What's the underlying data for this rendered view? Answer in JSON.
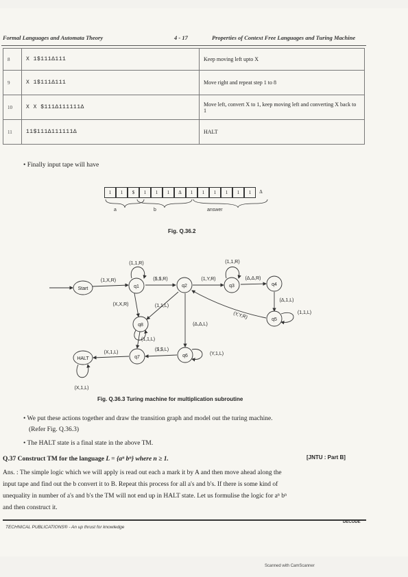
{
  "header": {
    "left": "Formal Languages and Automata Theory",
    "center": "4 - 17",
    "right": "Properties of Context Free Languages and Turing Machine"
  },
  "table": {
    "rows": [
      {
        "num": "8",
        "tape": "X 1$111Δ111",
        "action": "Keep moving left upto X"
      },
      {
        "num": "9",
        "tape": "X 1$111Δ111",
        "action": "Move right and repeat step 1 to 8"
      },
      {
        "num": "10",
        "tape": "X X $111Δ111111Δ",
        "action": "Move left, convert X to 1, keep moving left and converting X back to 1"
      },
      {
        "num": "11",
        "tape": "11$111Δ111111Δ",
        "action": "HALT"
      }
    ]
  },
  "bullet_final": "• Finally input tape will have",
  "tape": {
    "cells": [
      "1",
      "1",
      "$",
      "1",
      "1",
      "1",
      "Δ",
      "1",
      "1",
      "1",
      "1",
      "1",
      "1"
    ],
    "trailing": "Δ",
    "label_a": "a",
    "label_b": "b",
    "label_answer": "answer"
  },
  "fig1_caption": "Fig. Q.36.2",
  "diagram": {
    "states": {
      "start": "Start",
      "q1": "q1",
      "q2": "q2",
      "q3": "q3",
      "q4": "q4",
      "q5": "q5",
      "q6": "q6",
      "q7": "q7",
      "q8": "q8",
      "halt": "HALT"
    },
    "labels": {
      "start_q1": "(1,X,R)",
      "q1_loop": "(1,1,R)",
      "q1_q2": "($,$,R)",
      "q2_q3": "(1,Y,R)",
      "q3_loop": "(1,1,R)",
      "q3_q4": "(Δ,Δ,R)",
      "q4_q5": "(Δ,1,L)",
      "q5_loop": "(1,1,L)",
      "q5_q2": "(Y,Y,R)",
      "q1_q8": "(X,X,R)",
      "q2_q8": "(1,1,L)",
      "q2_q6": "(Δ,Δ,L)",
      "q8_loop": "(1,1,L)",
      "q6_q7": "($,$,L)",
      "q6_loop": "(Y,1,L)",
      "q7_halt": "(X,1,L)",
      "halt_loop": "(X,1,L)"
    }
  },
  "fig2_caption": "Fig. Q.36.3 Turing machine for multiplication subroutine",
  "bullets": [
    "• We put these actions together and draw the transition graph and model out the turing machine.",
    "(Refer Fig. Q.36.3)",
    "• The HALT state is a final state in the above TM."
  ],
  "question": {
    "num": "Q.37",
    "text": "Construct TM for the language",
    "lang": "L = {aⁿ bⁿ} where n ≥ 1.",
    "ref": "[JNTU : Part B]"
  },
  "answer_lines": [
    "Ans. : The simple logic which we will apply is read out each a mark it by A and then move ahead along the",
    "input tape and find out the b convert it to B. Repeat this process for all a's and b's. If there is some kind of",
    "unequality in number of a's and b's the TM will not end up in HALT state. Let us formulise the logic for aⁿ bⁿ",
    "and then construct it."
  ],
  "footer": "TECHNICAL PUBLICATIONS® - An up thrust for knowledge",
  "decode": "DECODE",
  "scanner": "Scanned with CamScanner"
}
